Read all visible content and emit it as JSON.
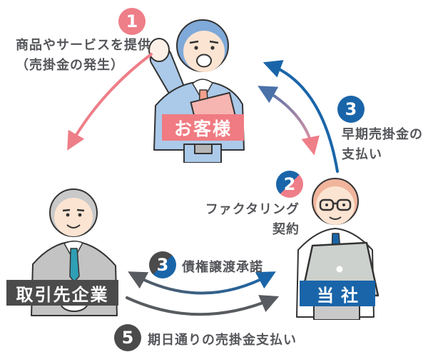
{
  "entities": {
    "customer": "お客様",
    "client": "取引先企業",
    "company": "当社"
  },
  "steps": {
    "provide": {
      "num": "1",
      "line1": "商品やサービスを提供",
      "line2": "（売掛金の発生）"
    },
    "contract": {
      "num": "2",
      "line1": "ファクタリング",
      "line2": "契約"
    },
    "early_payment": {
      "num": "3",
      "line1": "早期売掛金の",
      "line2": "支払い"
    },
    "consent": {
      "num": "3",
      "text": "債権譲渡承諾"
    },
    "due_payment": {
      "num": "5",
      "text": "期日通りの売掛金支払い"
    }
  },
  "colors": {
    "pink": "#ee7e88",
    "blue": "#1a65a9",
    "steel_blue": "#4a71a8",
    "dark_gray": "#4b4b4b",
    "arrow_gray": "#585b60",
    "text_gray": "#55565a",
    "label_pink": "#f07b82",
    "suit_light_blue": "#abc9e9",
    "hair_blue": "#7fa9d9",
    "tie_teal": "#2e9fb5",
    "salmon": "#f4a08d",
    "skin": "#fce4d2"
  }
}
